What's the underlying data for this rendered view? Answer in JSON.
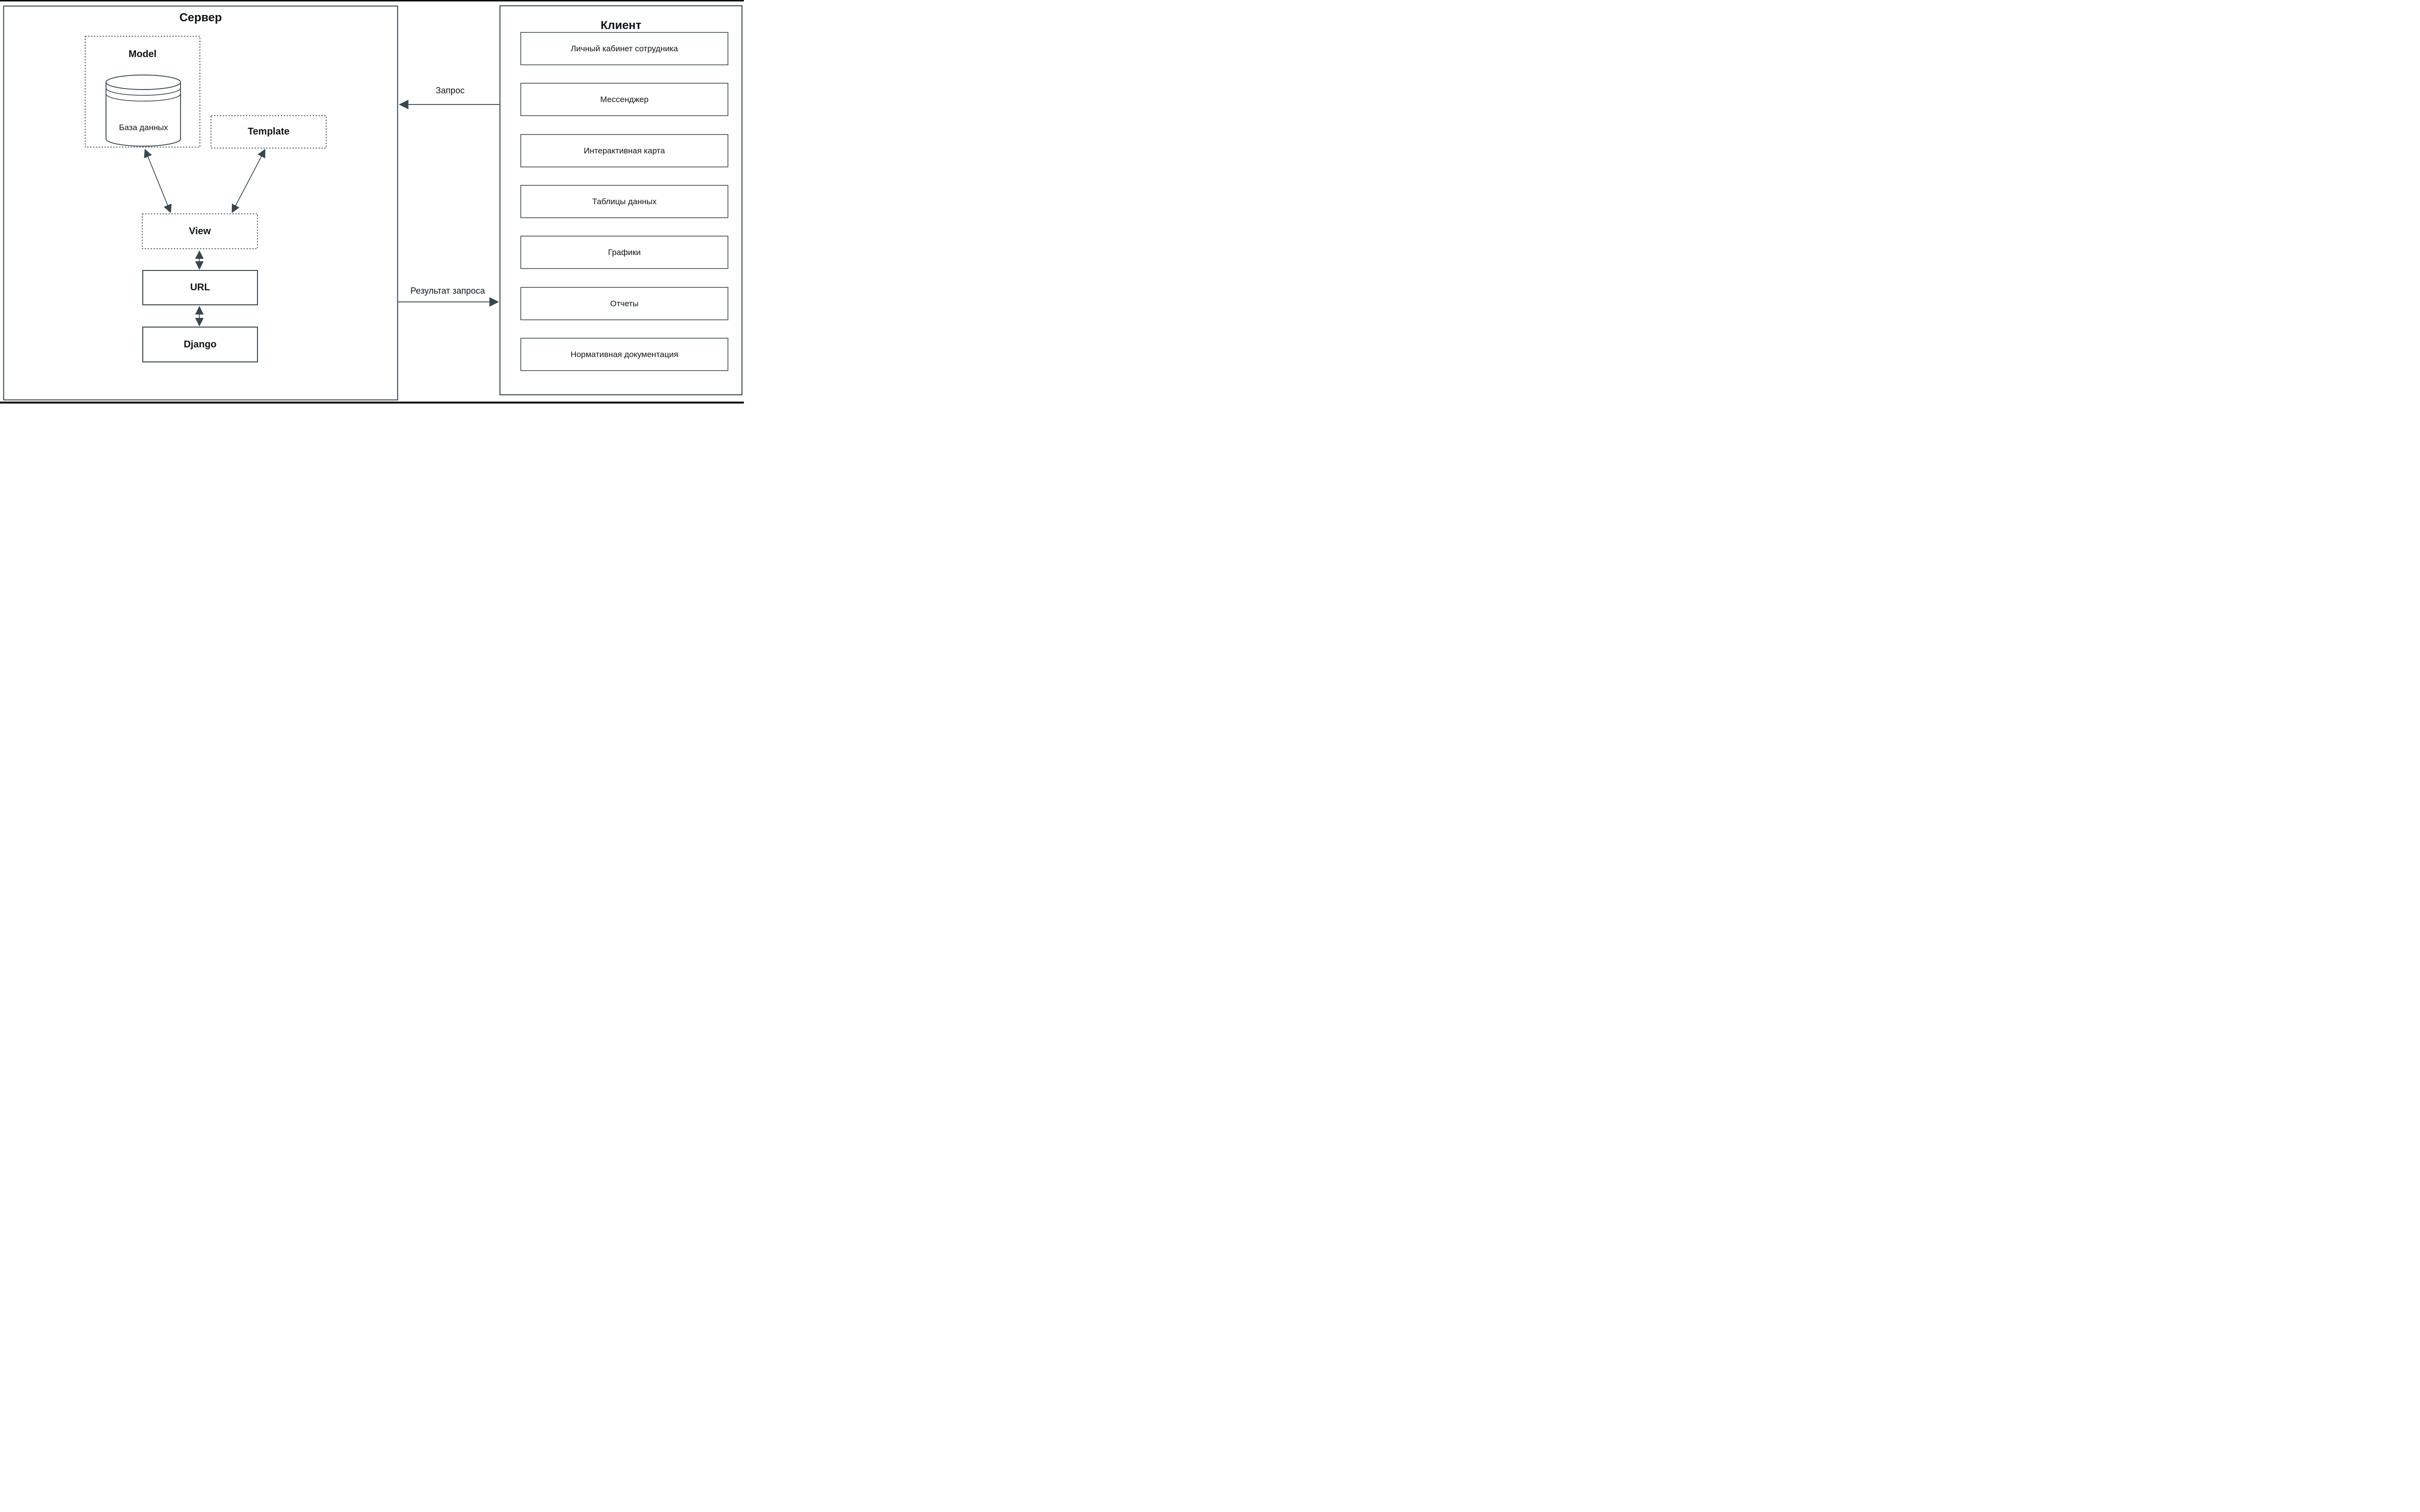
{
  "server": {
    "title": "Сервер",
    "model_label": "Model",
    "database_label": "База данных",
    "template_label": "Template",
    "view_label": "View",
    "url_label": "URL",
    "django_label": "Django"
  },
  "client": {
    "title": "Клиент",
    "boxes": [
      {
        "label": "Личный кабинет сотрудника"
      },
      {
        "label": "Мессенджер"
      },
      {
        "label": "Интерактивная карта"
      },
      {
        "label": "Таблицы данных"
      },
      {
        "label": "Графики"
      },
      {
        "label": "Отчеты"
      },
      {
        "label": "Нормативная документация"
      }
    ]
  },
  "flows": {
    "request_label": "Запрос",
    "response_label": "Результат запроса"
  },
  "colors": {
    "stroke": "#37474f",
    "text": "#101418",
    "frame_bar": "#0b0b0b",
    "background": "#ffffff"
  }
}
